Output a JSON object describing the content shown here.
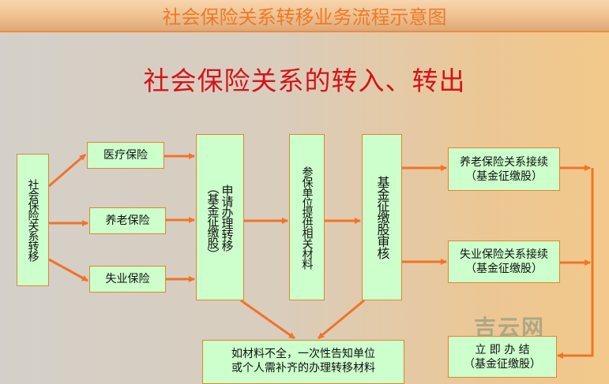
{
  "header": {
    "title": "社会保险关系转移业务流程示意图"
  },
  "subtitle": "社会保险关系的转入、转出",
  "colors": {
    "box_fill": "#ccffcc",
    "box_border": "#e0862c",
    "arrow": "#f07428",
    "subtitle": "#d4141a",
    "header_text": "#ec7a2a"
  },
  "nodes": {
    "start": "社会保险关系转移",
    "medical": "医疗保险",
    "pension": "养老保险",
    "unemployment": "失业保险",
    "apply_main": "申请办理转移",
    "apply_note": "（基金征缴股）",
    "materials": "参保单位提供相关材料",
    "review": "基金征缴股审核",
    "pension_continue": {
      "line1": "养老保险关系接续",
      "line2": "（基金征缴股）"
    },
    "unemployment_continue": {
      "line1": "失业保险关系接续",
      "line2": "（基金征缴股）"
    },
    "complete": {
      "line1": "立 即 办 结",
      "line2": "（基金征缴股）"
    },
    "incomplete": {
      "line1": "如材料不全，一次性告知单位",
      "line2": "或个人需补齐的办理转移材料"
    }
  },
  "watermark": "吉云网"
}
